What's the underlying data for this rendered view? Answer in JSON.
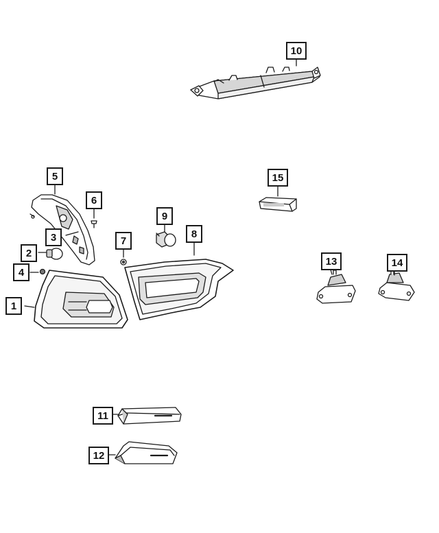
{
  "diagram": {
    "callouts": [
      {
        "id": "c1",
        "label": "1",
        "part": "tail-lamp-outer"
      },
      {
        "id": "c2",
        "label": "2",
        "part": "bulb"
      },
      {
        "id": "c3",
        "label": "3",
        "part": "lamp-socket"
      },
      {
        "id": "c4",
        "label": "4",
        "part": "nut"
      },
      {
        "id": "c5",
        "label": "5",
        "part": "lamp-housing-bracket"
      },
      {
        "id": "c6",
        "label": "6",
        "part": "screw"
      },
      {
        "id": "c7",
        "label": "7",
        "part": "grommet"
      },
      {
        "id": "c8",
        "label": "8",
        "part": "tail-lamp-inner"
      },
      {
        "id": "c9",
        "label": "9",
        "part": "bulb-socket"
      },
      {
        "id": "c10",
        "label": "10",
        "part": "center-high-mounted-stop-lamp"
      },
      {
        "id": "c11",
        "label": "11",
        "part": "side-marker-lamp"
      },
      {
        "id": "c12",
        "label": "12",
        "part": "side-marker-lamp"
      },
      {
        "id": "c13",
        "label": "13",
        "part": "license-lamp"
      },
      {
        "id": "c14",
        "label": "14",
        "part": "license-lamp"
      },
      {
        "id": "c15",
        "label": "15",
        "part": "cargo-lamp"
      }
    ],
    "colors": {
      "line": "#1a1a1a",
      "fill": "#ffffff",
      "shade": "#cfcfcf",
      "dark": "#555555"
    }
  }
}
